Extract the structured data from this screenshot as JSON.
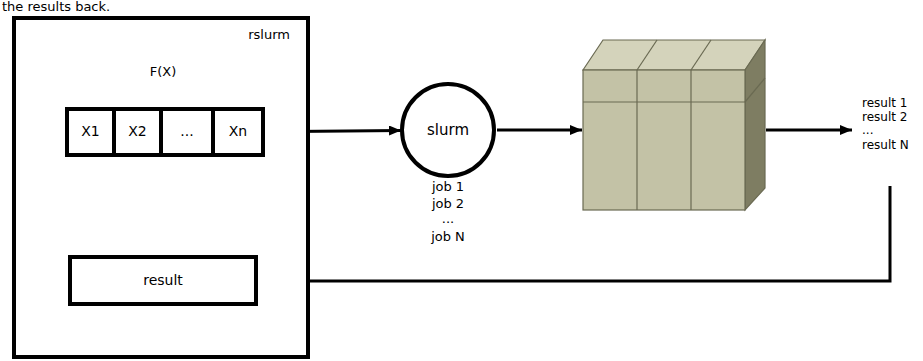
{
  "diagram": {
    "nodes": [
      {
        "text": [
          "rslurm"
        ]
      },
      {
        "text": [
          "X1"
        ],
        "in": 0
      },
      {
        "text": [
          "X2"
        ],
        "in": 0
      },
      {
        "text": [
          "..."
        ],
        "in": 0
      },
      {
        "text": [
          "Xn"
        ],
        "in": 0
      },
      {
        "text": [
          "result"
        ],
        "in": 0
      },
      {
        "text": [
          "slurm"
        ]
      }
    ],
    "edges": [
      {
        "from": 4,
        "to": 6,
        "arrow": "to"
      }
    ],
    "labels": [
      "the results back.",
      "F(X)",
      "job 1",
      "job 2",
      "...",
      "job N",
      "result 1",
      "result 2",
      "...",
      "result N"
    ]
  }
}
